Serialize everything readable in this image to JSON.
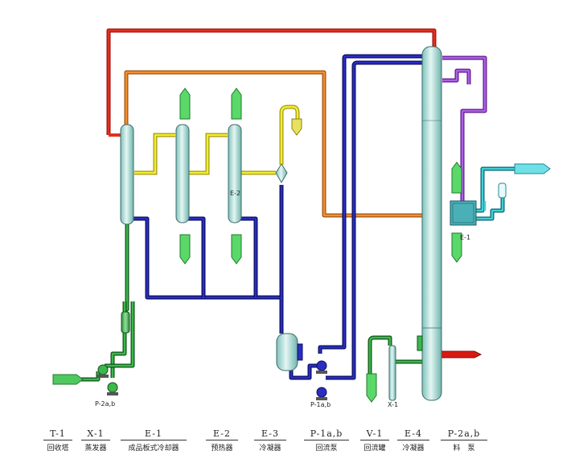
{
  "labels": {
    "pump_p2": "P-2a,b",
    "pump_p1": "P-1a,b",
    "x1": "X-1",
    "e1": "E-1",
    "e2_vertical": "E-2"
  },
  "legend": [
    {
      "code": "T-1",
      "name": "回收塔"
    },
    {
      "code": "X-1",
      "name": "蒸发器"
    },
    {
      "code": "E-1",
      "name": "成品板式冷却器"
    },
    {
      "code": "E-2",
      "name": "预热器"
    },
    {
      "code": "E-3",
      "name": "冷凝器"
    },
    {
      "code": "P-1a,b",
      "name": "回流泵"
    },
    {
      "code": "V-1",
      "name": "回流罐"
    },
    {
      "code": "E-4",
      "name": "冷凝器"
    },
    {
      "code": "P-2a,b",
      "name": "料　泵"
    }
  ],
  "colors": {
    "red_line": "#cc1a10",
    "orange_line": "#d8741e",
    "yellow_line": "#f2e21a",
    "blue_line": "#1a1fa0",
    "green_line": "#2a9a3a",
    "purple_line": "#9a40c8",
    "cyan_line": "#22b0b8",
    "vessel": "#a8ddd6"
  }
}
